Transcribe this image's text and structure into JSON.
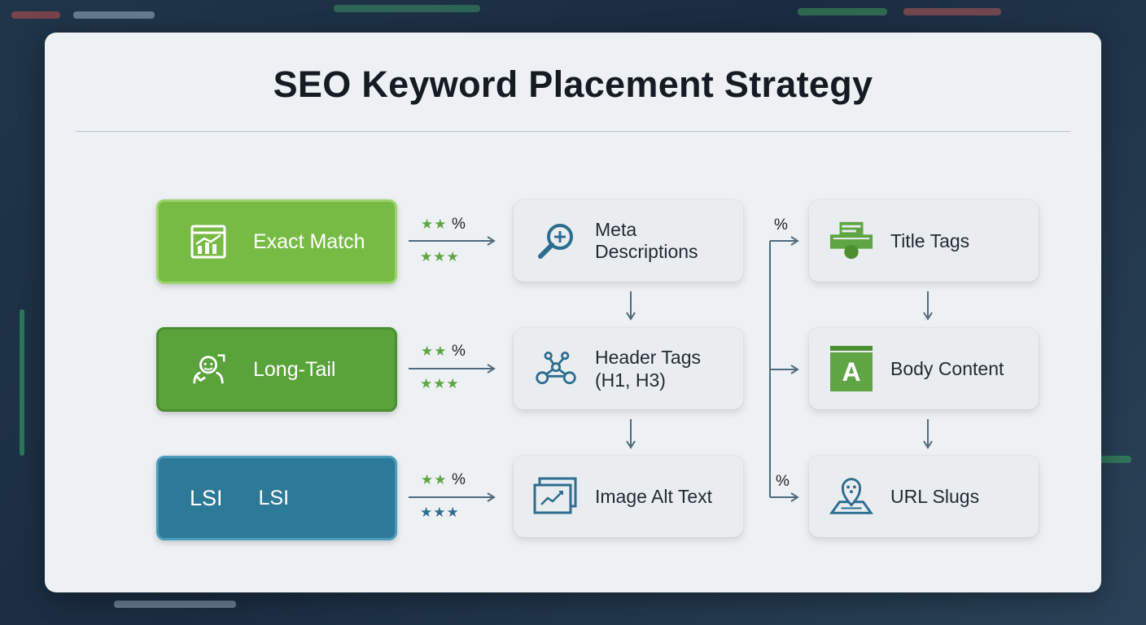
{
  "title": "SEO Keyword Placement Strategy",
  "keywords": [
    {
      "label": "Exact Match",
      "icon": "growth-chart-icon",
      "color": "#77bb44"
    },
    {
      "label": "Long-Tail",
      "icon": "people-icon",
      "color": "#5aa23a"
    },
    {
      "label": "LSI",
      "icon_text": "LSI",
      "color": "#2d7a98"
    }
  ],
  "rating": {
    "top": "★★",
    "pct": "%",
    "bottom": "★★★",
    "green": "#5fa544",
    "blue": "#2d6d8f"
  },
  "placements_middle": [
    {
      "label": "Meta Descriptions",
      "icon": "magnifier-plus-icon"
    },
    {
      "label_line1": "Header Tags",
      "label_line2": "(H1, H3)",
      "icon": "network-nodes-icon"
    },
    {
      "label": "Image Alt Text",
      "icon": "image-chart-icon"
    }
  ],
  "placements_right": [
    {
      "label": "Title Tags",
      "icon": "title-tag-icon"
    },
    {
      "label": "Body Content",
      "icon": "letter-a-icon",
      "icon_text": "A"
    },
    {
      "label": "URL Slugs",
      "icon": "map-pin-icon"
    }
  ],
  "branch_pct": "%",
  "colors": {
    "arrow": "#4f6b7e",
    "card": "#eef1f4",
    "icon_blue": "#2d6d8f",
    "icon_green": "#5fa544"
  }
}
